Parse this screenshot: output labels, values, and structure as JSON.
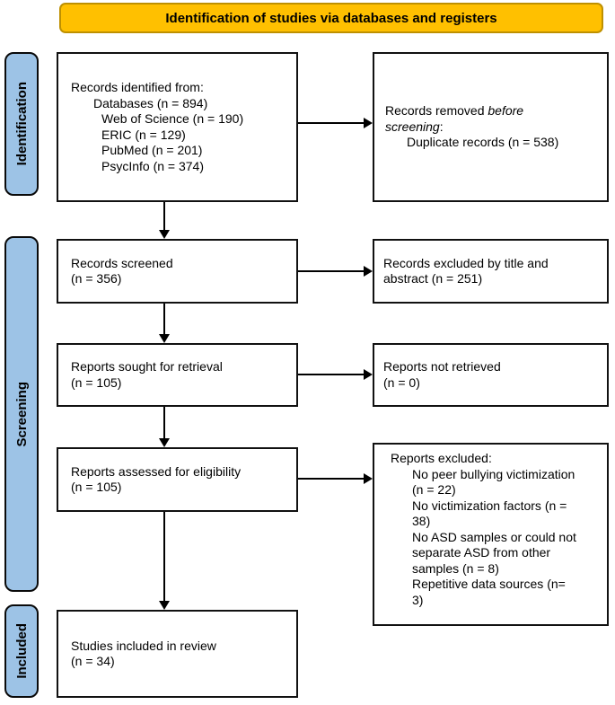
{
  "banner": {
    "title": "Identification of studies via databases and registers"
  },
  "colors": {
    "banner_fill": "#FFC000",
    "banner_border": "#BE9000",
    "sidebar_fill": "#9DC3E6",
    "box_border": "#111111",
    "arrow": "#000000"
  },
  "sidebar": {
    "identification": "Identification",
    "screening": "Screening",
    "included": "Included"
  },
  "boxes": {
    "records_identified": {
      "lines": [
        "Records identified from:",
        "Databases (n = 894)",
        "Web of Science (n = 190)",
        "ERIC (n = 129)",
        "PubMed (n = 201)",
        "PsycInfo (n = 374)"
      ]
    },
    "records_removed": {
      "line1_normal": "Records removed ",
      "line1_italic": "before",
      "line2_italic": "screening",
      "line2_suffix": ":",
      "item": "Duplicate records (n = 538)"
    },
    "records_screened": {
      "line1": "Records screened",
      "line2": "(n = 356)"
    },
    "records_excluded": {
      "line1": "Records excluded by title and",
      "line2": "abstract (n = 251)"
    },
    "reports_sought": {
      "line1": "Reports sought for retrieval",
      "line2": "(n = 105)"
    },
    "reports_not_retrieved": {
      "line1": "Reports not retrieved",
      "line2": "(n = 0)"
    },
    "reports_assessed": {
      "line1": "Reports assessed for eligibility",
      "line2": "(n = 105)"
    },
    "reports_excluded": {
      "head": "Reports excluded:",
      "lines": [
        "No peer bullying victimization",
        "(n = 22)",
        "No victimization factors (n =",
        "38)",
        "No ASD samples or could not",
        "separate ASD from other",
        "samples (n = 8)",
        "Repetitive data sources (n=",
        "3)"
      ]
    },
    "studies_included": {
      "line1": "Studies included in review",
      "line2": "(n = 34)"
    }
  }
}
